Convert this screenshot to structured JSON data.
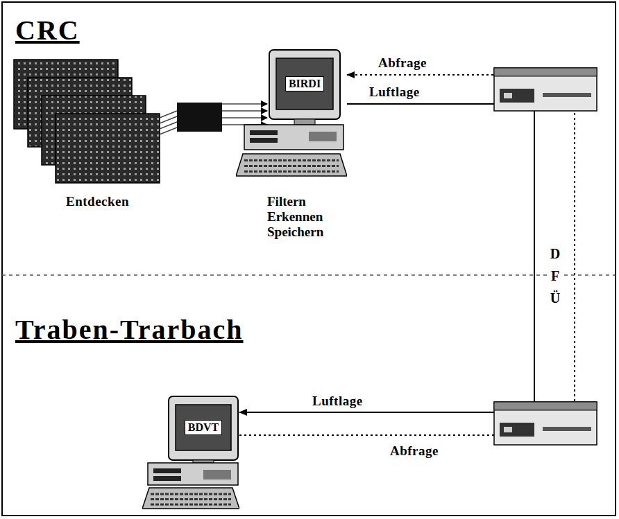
{
  "diagram": {
    "nodes": [
      {
        "text": [
          "BIRDI",
          "Filtern Erkennen Speichern"
        ]
      },
      {
        "text": [
          "BDVT"
        ]
      }
    ],
    "edges": [
      {
        "from": 0,
        "to": 1,
        "arrow": "to",
        "label": "Luftlage"
      },
      {
        "from": 1,
        "to": 0,
        "arrow": "to",
        "label": "Abfrage"
      }
    ],
    "labels": [
      "CRC",
      "Entdecken",
      "Abfrage",
      "D F Ü",
      "Traben-Trarbach",
      "Luftlage"
    ]
  }
}
